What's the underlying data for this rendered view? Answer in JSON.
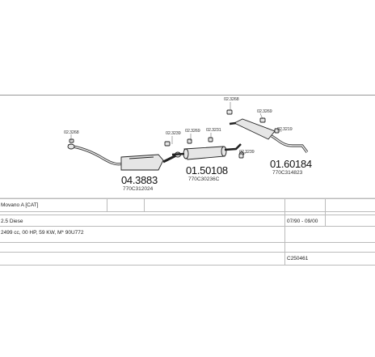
{
  "diagram": {
    "parts": [
      {
        "code": "04.3883",
        "oe": "770C312024",
        "kind": "front-pipe-cat"
      },
      {
        "code": "01.50108",
        "oe": "770C30236C",
        "kind": "centre-silencer"
      },
      {
        "code": "01.60184",
        "oe": "770C314823",
        "kind": "rear-silencer"
      }
    ],
    "fittings": [
      "02.3268",
      "02.3239",
      "02.3269",
      "02.3231",
      "02.3239",
      "02.3268",
      "02.3269",
      "02.3219"
    ]
  },
  "vehicle": {
    "model": "Movano A [CAT]",
    "engine": "2.5 Diese",
    "period": "07/90 - 09/00",
    "spec": "2499 cc, 00 HP, 59 KW, M* 90U772",
    "reference": "C250461"
  },
  "colors": {
    "line": "#222222",
    "grid": "#bbbbbb",
    "part_fill": "#e6e6e6"
  }
}
